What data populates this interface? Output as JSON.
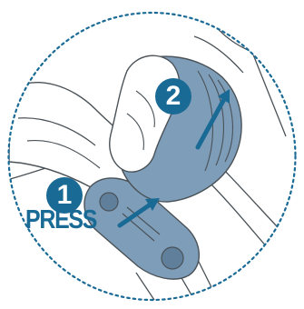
{
  "colors": {
    "accent": "#1a6a96",
    "component_fill": "#7e9db8",
    "component_dark": "#5f7f9b",
    "line": "#4a5258",
    "border": "#1a6a96",
    "background": "#ffffff"
  },
  "icons": [
    "dotted-circle-frame",
    "hand-outline",
    "arrow-icon"
  ],
  "steps": [
    {
      "number": "1",
      "label": "PRESS"
    },
    {
      "number": "2",
      "label": ""
    }
  ]
}
